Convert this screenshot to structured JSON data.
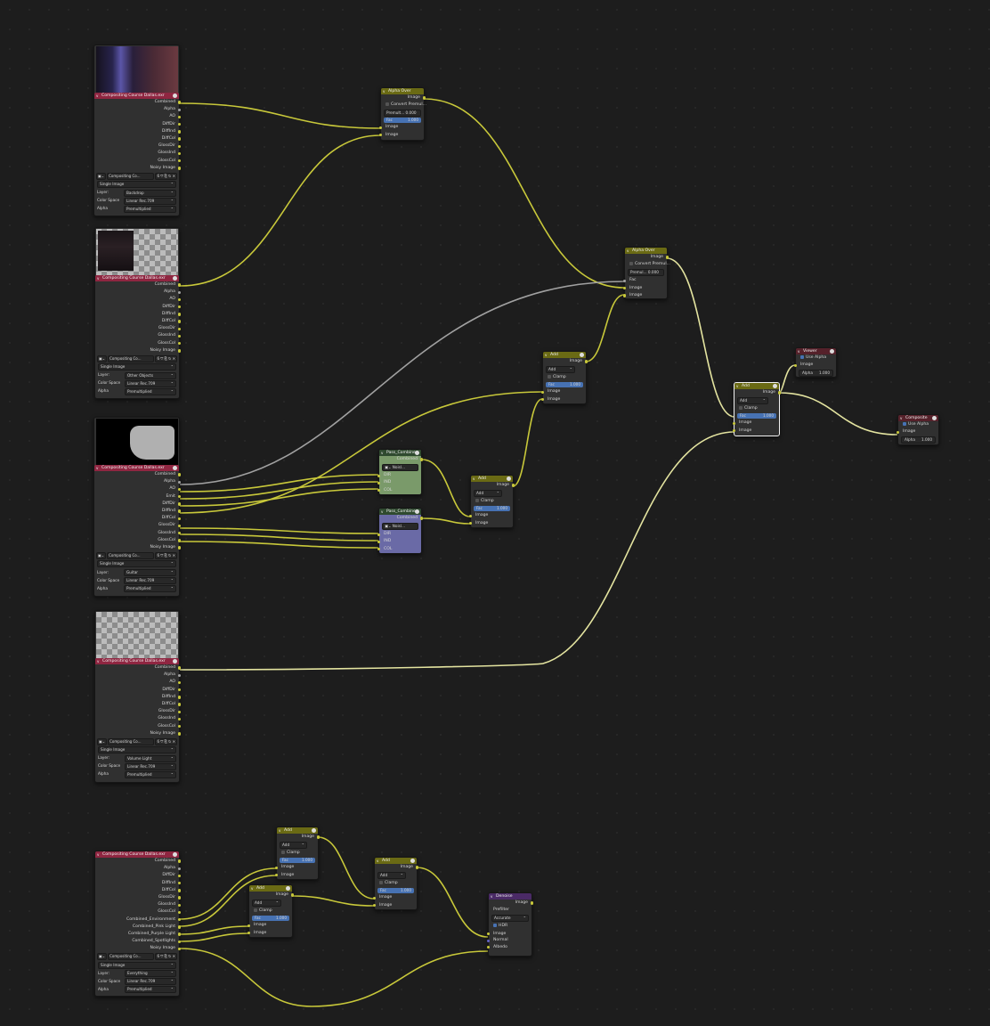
{
  "colors": {
    "background": "#1d1d1d",
    "link_yellow": "#c8c83a",
    "link_gray": "#a1a1a1",
    "selected": "#f2f2f2"
  },
  "render_layers": [
    {
      "title": "Compositing Course Dallas.exr",
      "outputs": [
        "Combined",
        "Alpha",
        "AO",
        "DiffDir",
        "DiffInd",
        "DiffCol",
        "GlossDir",
        "GlossInd",
        "GlossCol",
        "Noisy Image"
      ],
      "image_name": "Compositing Co...",
      "source": "Single Image",
      "layer_label": "Layer:",
      "layer": "Backdrop",
      "colorspace_label": "Color Space",
      "colorspace": "Linear Rec.709",
      "alpha_label": "Alpha",
      "alpha": "Premultiplied"
    },
    {
      "title": "Compositing Course Dallas.exr",
      "outputs": [
        "Combined",
        "Alpha",
        "AO",
        "DiffDir",
        "DiffInd",
        "DiffCol",
        "GlossDir",
        "GlossInd",
        "GlossCol",
        "Noisy Image"
      ],
      "image_name": "Compositing Co...",
      "source": "Single Image",
      "layer_label": "Layer:",
      "layer": "Other Objects",
      "colorspace_label": "Color Space",
      "colorspace": "Linear Rec.709",
      "alpha_label": "Alpha",
      "alpha": "Premultiplied"
    },
    {
      "title": "Compositing Course Dallas.exr",
      "outputs": [
        "Combined",
        "Alpha",
        "AO",
        "Emit",
        "DiffDir",
        "DiffInd",
        "DiffCol",
        "GlossDir",
        "GlossInd",
        "GlossCol",
        "Noisy Image"
      ],
      "image_name": "Compositing Co...",
      "source": "Single Image",
      "layer_label": "Layer:",
      "layer": "Guitar",
      "colorspace_label": "Color Space",
      "colorspace": "Linear Rec.709",
      "alpha_label": "Alpha",
      "alpha": "Premultiplied"
    },
    {
      "title": "Compositing Course Dallas.exr",
      "outputs": [
        "Combined",
        "Alpha",
        "AO",
        "DiffDir",
        "DiffInd",
        "DiffCol",
        "GlossDir",
        "GlossInd",
        "GlossCol",
        "Noisy Image"
      ],
      "image_name": "Compositing Co...",
      "source": "Single Image",
      "layer_label": "Layer:",
      "layer": "Volume Light",
      "colorspace_label": "Color Space",
      "colorspace": "Linear Rec.709",
      "alpha_label": "Alpha",
      "alpha": "Premultiplied"
    },
    {
      "title": "Compositing Course Dallas.exr",
      "outputs": [
        "Combined",
        "Alpha",
        "DiffDir",
        "DiffInd",
        "DiffCol",
        "GlossDir",
        "GlossInd",
        "GlossCol",
        "Combined_Environment",
        "Combined_Pink Light",
        "Combined_Purple Light",
        "Combined_Spotlights",
        "Noisy Image"
      ],
      "image_name": "Compositing Co...",
      "source": "Single Image",
      "layer_label": "Layer:",
      "layer": "Everything",
      "colorspace_label": "Color Space",
      "colorspace": "Linear Rec.709",
      "alpha_label": "Alpha",
      "alpha": "Premultiplied"
    }
  ],
  "alpha_over_1": {
    "title": "Alpha Over",
    "out": "Image",
    "convert": "Convert Premul...",
    "premul": "Premult...",
    "premul_val": "0.000",
    "fac_label": "Fac",
    "fac_val": "1.000",
    "in1": "Image",
    "in2": "Image"
  },
  "alpha_over_2": {
    "title": "Alpha Over",
    "out": "Image",
    "convert": "Convert Premul...",
    "premul": "Premul...",
    "premul_val": "0.000",
    "fac_label": "Fac",
    "in1": "Image",
    "in2": "Image"
  },
  "mix_nodes": [
    {
      "title": "Add",
      "out": "Image",
      "blend": "Add",
      "clamp": "Clamp",
      "fac_label": "Fac",
      "fac_val": "1.000",
      "in1": "Image",
      "in2": "Image"
    },
    {
      "title": "Add",
      "out": "Image",
      "blend": "Add",
      "clamp": "Clamp",
      "fac_label": "Fac",
      "fac_val": "1.000",
      "in1": "Image",
      "in2": "Image"
    },
    {
      "title": "Add",
      "out": "Image",
      "blend": "Add",
      "clamp": "Clamp",
      "fac_label": "Fac",
      "fac_val": "1.000",
      "in1": "Image",
      "in2": "Image"
    },
    {
      "title": "Add",
      "out": "Image",
      "blend": "Add",
      "clamp": "Clamp",
      "fac_label": "Fac",
      "fac_val": "1.000",
      "in1": "Image",
      "in2": "Image"
    },
    {
      "title": "Add",
      "out": "Image",
      "blend": "Add",
      "clamp": "Clamp",
      "fac_label": "Fac",
      "fac_val": "1.000",
      "in1": "Image",
      "in2": "Image"
    },
    {
      "title": "Add",
      "out": "Image",
      "blend": "Add",
      "clamp": "Clamp",
      "fac_label": "Fac",
      "fac_val": "1.000",
      "in1": "Image",
      "in2": "Image"
    }
  ],
  "pass_combine_1": {
    "title": "Pass_Combine",
    "out": "Combined",
    "field": "Noisl...",
    "in": [
      "DIR",
      "IND",
      "COL"
    ]
  },
  "pass_combine_2": {
    "title": "Pass_Combine",
    "out": "Combined",
    "field": "Noisl...",
    "in": [
      "DIR",
      "IND",
      "COL"
    ]
  },
  "viewer": {
    "title": "Viewer",
    "use_alpha": "Use Alpha",
    "in": "Image",
    "alpha_label": "Alpha",
    "alpha_val": "1.000"
  },
  "composite": {
    "title": "Composite",
    "use_alpha": "Use Alpha",
    "in": "Image",
    "alpha_label": "Alpha",
    "alpha_val": "1.000"
  },
  "denoise": {
    "title": "Denoise",
    "out": "Image",
    "prefilter_label": "Prefilter",
    "prefilter": "Accurate",
    "hdr": "HDR",
    "in": [
      "Image",
      "Normal",
      "Albedo"
    ]
  }
}
